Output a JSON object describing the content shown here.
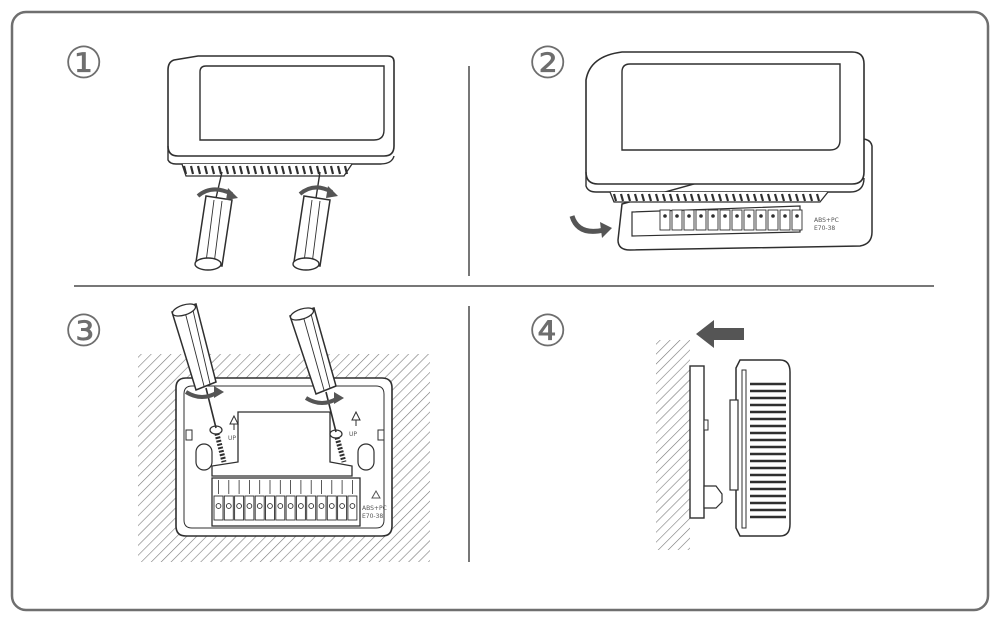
{
  "steps": [
    {
      "number": "①"
    },
    {
      "number": "②"
    },
    {
      "number": "③"
    },
    {
      "number": "④"
    }
  ],
  "labels": {
    "up_left": "UP",
    "up_right": "UP",
    "material_line1": "ABS+PC",
    "material_line2": "E70-38"
  },
  "colors": {
    "frame": "#6f6f6f",
    "stroke": "#2f2f2f",
    "gray_fill": "#d6d6d6",
    "dark_fill": "#555555"
  },
  "icons": [
    "screwdriver-icon",
    "rotate-arrow-icon",
    "push-arrow-icon",
    "recycle-icon"
  ]
}
